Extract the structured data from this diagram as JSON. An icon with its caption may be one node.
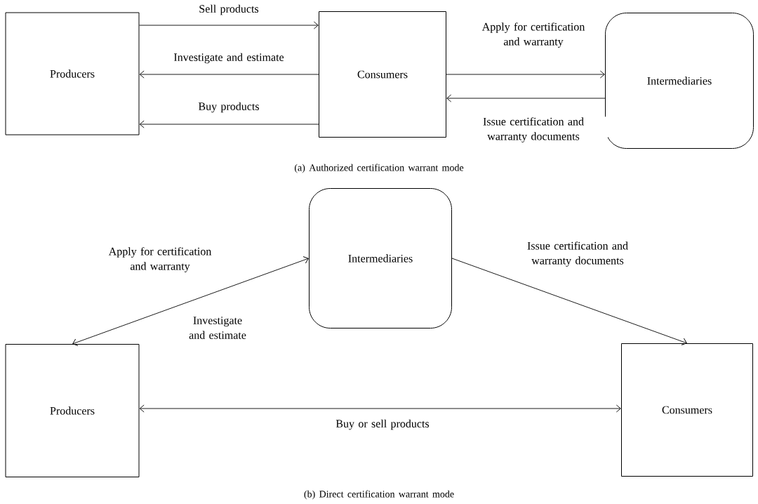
{
  "diagram": {
    "nodes": [
      {
        "text": [
          "Producers"
        ]
      },
      {
        "text": [
          "Consumers"
        ]
      },
      {
        "text": [
          "Intermediaries"
        ]
      },
      {
        "text": [
          "Intermediaries"
        ]
      },
      {
        "text": [
          "Producers"
        ]
      },
      {
        "text": [
          "Consumers"
        ]
      }
    ],
    "edges": [
      {
        "from": 0,
        "to": 1,
        "arrow": "to",
        "label": "Sell products"
      },
      {
        "from": 1,
        "to": 0,
        "arrow": "to",
        "label": "Investigate and estimate"
      },
      {
        "from": 1,
        "to": 0,
        "arrow": "to",
        "label": "Buy products"
      },
      {
        "from": 1,
        "to": 2,
        "arrow": "to",
        "label": "Apply for certification and warranty"
      },
      {
        "from": 2,
        "to": 1,
        "arrow": "to",
        "label": "Issue certification and warranty documents"
      },
      {
        "from": 4,
        "to": 3,
        "arrow": "both",
        "label": "Apply for certification and warranty"
      },
      {
        "from": 3,
        "to": 5,
        "arrow": "to",
        "label": "Issue certification and warranty documents"
      },
      {
        "from": 4,
        "to": 5,
        "arrow": "both",
        "label": "Buy or sell products"
      }
    ],
    "labels": [
      "(a)  Authorized certification warrant mode",
      "Investigate and estimate",
      "(b)  Direct certification warrant mode"
    ]
  }
}
